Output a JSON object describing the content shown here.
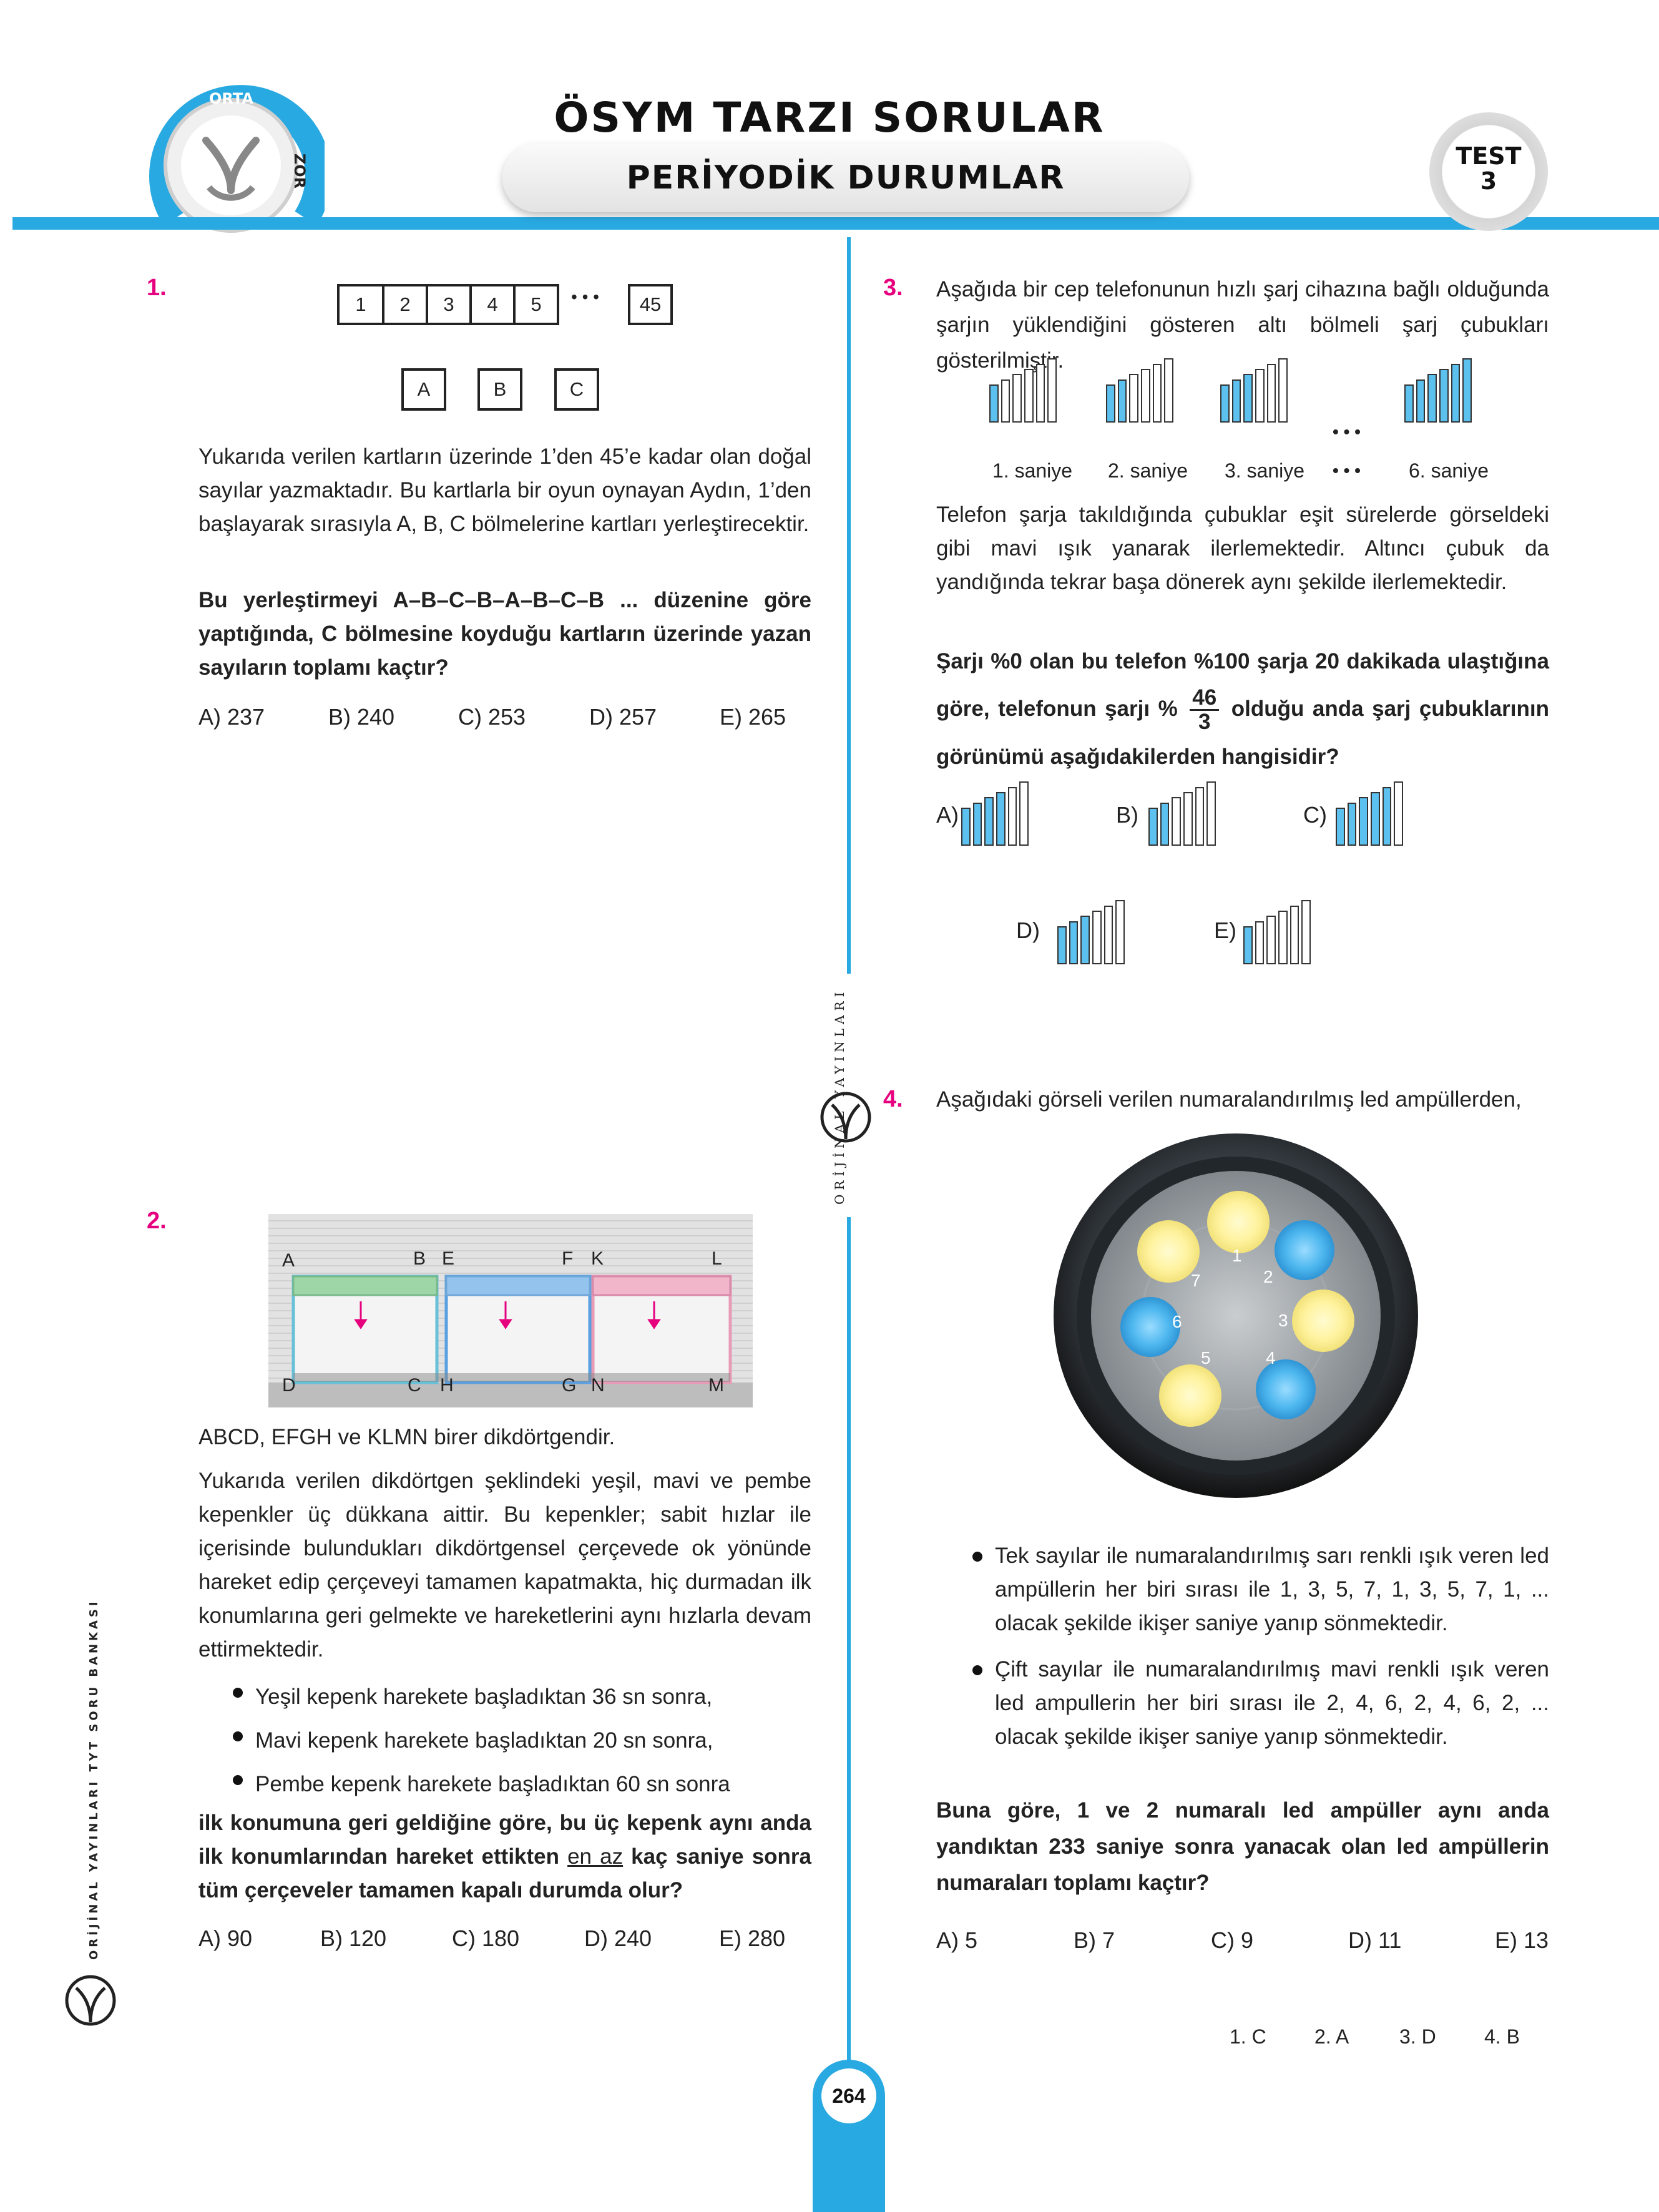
{
  "header": {
    "title": "ÖSYM TARZI SORULAR",
    "subtitle": "PERİYODİK DURUMLAR",
    "badge_top": "ORTA",
    "badge_side": "ZOR",
    "test_label": "TEST",
    "test_number": "3"
  },
  "side": {
    "publisher_vertical": "ORİJİNAL YAYINLARI TYT SORU BANKASI",
    "center_logo_text": "ORİJİNAL YAYINLARI"
  },
  "q1": {
    "num": "1.",
    "cards": [
      "1",
      "2",
      "3",
      "4",
      "5",
      "45"
    ],
    "dots": "• • •",
    "boxes": [
      "A",
      "B",
      "C"
    ],
    "text": "Yukarıda verilen kartların üzerinde 1’den 45’e kadar olan doğal sayılar yazmaktadır. Bu kartlarla bir oyun oynayan Aydın, 1’den başlayarak sırasıyla A, B, C bölmelerine kartları yerleştirecektir.",
    "question": "Bu yerleştirmeyi A–B–C–B–A–B–C–B ... düzenine göre yaptığında, C bölmesine koyduğu kartların üzerinde yazan sayıların toplamı kaçtır?",
    "options": [
      "A) 237",
      "B) 240",
      "C) 253",
      "D) 257",
      "E) 265"
    ]
  },
  "q2": {
    "num": "2.",
    "labels": [
      "A",
      "B",
      "E",
      "F",
      "K",
      "L",
      "D",
      "C",
      "H",
      "G",
      "N",
      "M"
    ],
    "line1": "ABCD, EFGH ve KLMN birer dikdörtgendir.",
    "text": "Yukarıda verilen dikdörtgen şeklindeki yeşil, mavi ve pembe kepenkler üç dükkana aittir. Bu kepenkler; sabit hızlar ile içerisinde bulundukları dikdörtgensel çerçevede ok yönünde hareket edip çerçeveyi tamamen kapatmakta, hiç durmadan ilk konumlarına geri gelmekte ve hareketlerini aynı hızlarla devam ettirmektedir.",
    "bullets": [
      "Yeşil kepenk harekete başladıktan 36 sn sonra,",
      "Mavi kepenk harekete başladıktan 20 sn sonra,",
      "Pembe kepenk harekete başladıktan 60 sn sonra"
    ],
    "question_a": "ilk konumuna geri geldiğine göre, bu üç kepenk aynı anda ilk konumlarından hareket ettikten ",
    "question_u": "en az",
    "question_b": " kaç saniye sonra tüm çerçeveler tamamen kapalı durumda olur?",
    "options": [
      "A) 90",
      "B) 120",
      "C) 180",
      "D) 240",
      "E) 280"
    ]
  },
  "q3": {
    "num": "3.",
    "text1": "Aşağıda bir cep telefonunun hızlı şarj cihazına bağlı olduğunda şarjın yüklendiğini gösteren altı bölmeli şarj çubukları gösterilmiştir.",
    "captions": [
      "1. saniye",
      "2. saniye",
      "3. saniye",
      "6. saniye"
    ],
    "dots": "• • •",
    "text2": "Telefon şarja takıldığında çubuklar eşit sürelerde görseldeki gibi mavi ışık yanarak ilerlemektedir. Altıncı çubuk da yandığında tekrar başa dönerek aynı şekilde ilerlemektedir.",
    "question_a": "Şarjı %0 olan bu telefon %100 şarja 20 dakikada ulaştığına göre, telefonun şarjı %",
    "frac_num": "46",
    "frac_den": "3",
    "question_b": "olduğu anda şarj çubuklarının görünümü aşağıdakilerden hangisidir?",
    "option_labels": [
      "A)",
      "B)",
      "C)",
      "D)",
      "E)"
    ]
  },
  "q4": {
    "num": "4.",
    "text": "Aşağıdaki görseli verilen numaralandırılmış led ampüllerden,",
    "bulb_numbers": [
      "1",
      "2",
      "3",
      "4",
      "5",
      "6",
      "7"
    ],
    "bullets": [
      "Tek sayılar ile numaralandırılmış sarı renkli ışık veren led ampüllerin her biri sırası ile 1, 3, 5, 7, 1, 3, 5, 7, 1, ... olacak şekilde ikişer saniye yanıp sönmektedir.",
      "Çift sayılar ile numaralandırılmış mavi renkli ışık veren led ampullerin her biri sırası ile 2, 4, 6, 2, 4, 6, 2, ... olacak şekilde ikişer saniye yanıp sönmektedir."
    ],
    "question": "Buna göre, 1 ve 2 numaralı led ampüller aynı anda yandıktan 233 saniye sonra yanacak olan led ampüllerin numaraları toplamı kaçtır?",
    "options": [
      "A) 5",
      "B) 7",
      "C) 9",
      "D) 11",
      "E) 13"
    ]
  },
  "answers": [
    "1. C",
    "2. A",
    "3. D",
    "4. B"
  ],
  "page_number": "264",
  "colors": {
    "accent": "#29a9e1",
    "question_number": "#e6007e",
    "bar_on": "#5cc1ee",
    "yellow_led": "#fff3a0",
    "blue_led": "#4fb8ef"
  }
}
